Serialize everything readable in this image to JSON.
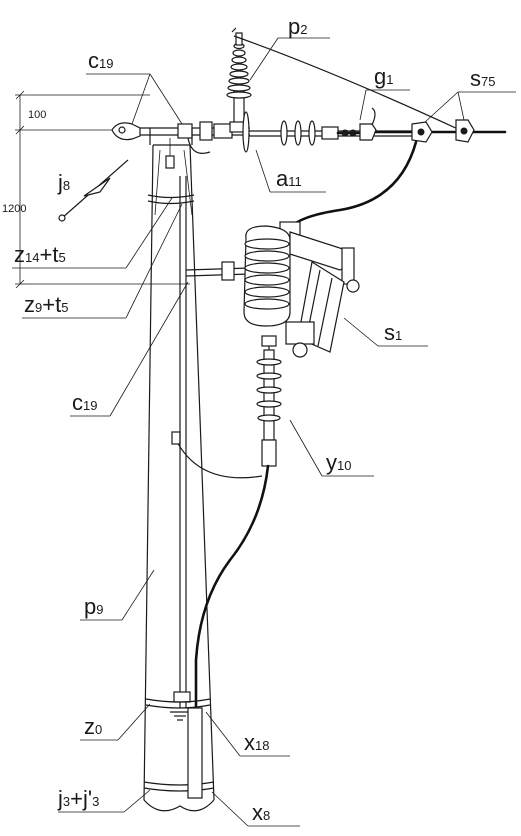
{
  "dimensions": {
    "top": "100",
    "side": "1200"
  },
  "labels": [
    {
      "id": "p2",
      "main": "p",
      "sub": "2"
    },
    {
      "id": "c19a",
      "main": "c",
      "sub": "19"
    },
    {
      "id": "g1",
      "main": "g",
      "sub": "1"
    },
    {
      "id": "s75",
      "main": "s",
      "sub": "75"
    },
    {
      "id": "a11",
      "main": "a",
      "sub": "11"
    },
    {
      "id": "j8",
      "main": "j",
      "sub": "8"
    },
    {
      "id": "z14",
      "main": "z",
      "sub": "14",
      "main2": "+t",
      "sub2": "5"
    },
    {
      "id": "z9",
      "main": "z",
      "sub": "9",
      "main2": "+t",
      "sub2": "5"
    },
    {
      "id": "s1",
      "main": "s",
      "sub": "1"
    },
    {
      "id": "c19b",
      "main": "c",
      "sub": "19"
    },
    {
      "id": "y10",
      "main": "y",
      "sub": "10"
    },
    {
      "id": "p9",
      "main": "p",
      "sub": "9"
    },
    {
      "id": "z0",
      "main": "z",
      "sub": "0"
    },
    {
      "id": "x18",
      "main": "x",
      "sub": "18"
    },
    {
      "id": "j3",
      "main": "j",
      "sub": "3",
      "main2": "+j'",
      "sub2": "3"
    },
    {
      "id": "x8",
      "main": "x",
      "sub": "8"
    }
  ]
}
